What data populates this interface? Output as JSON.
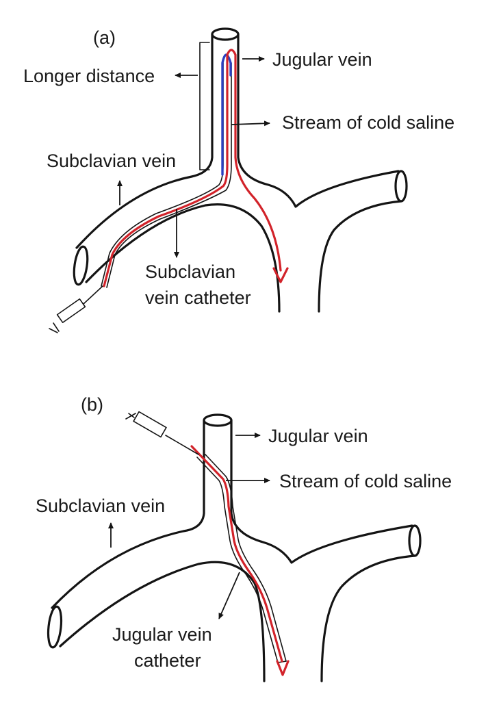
{
  "colors": {
    "outline": "#141414",
    "saline": "#d2232a",
    "catheter_tip": "#2b3fbf",
    "background": "#ffffff"
  },
  "panel_a": {
    "tag": "(a)",
    "labels": {
      "longer_distance": "Longer distance",
      "jugular_vein": "Jugular vein",
      "stream_of_cold_saline": "Stream of cold saline",
      "subclavian_vein": "Subclavian vein",
      "catheter_line1": "Subclavian",
      "catheter_line2": "vein catheter"
    }
  },
  "panel_b": {
    "tag": "(b)",
    "labels": {
      "jugular_vein": "Jugular vein",
      "stream_of_cold_saline": "Stream of cold saline",
      "subclavian_vein": "Subclavian vein",
      "catheter_line1": "Jugular vein",
      "catheter_line2": "catheter"
    }
  }
}
